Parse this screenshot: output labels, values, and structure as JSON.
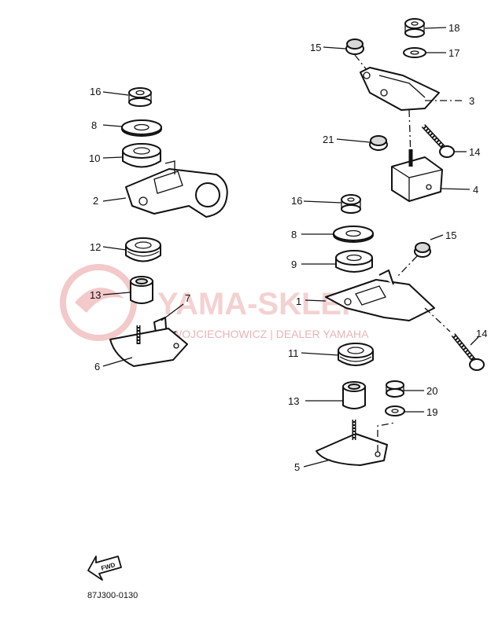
{
  "watermark": {
    "brand": "YAMA-SKLEP",
    "subtitle": "WOJCIECHOWICZ | DEALER YAMAHA"
  },
  "fwd_arrow_text": "FWD",
  "diagram_code": "87J300-0130",
  "callouts": {
    "c1": "1",
    "c2": "2",
    "c3": "3",
    "c4": "4",
    "c5": "5",
    "c6": "6",
    "c7": "7",
    "c8a": "8",
    "c8b": "8",
    "c9": "9",
    "c10": "10",
    "c11": "11",
    "c12": "12",
    "c13a": "13",
    "c13b": "13",
    "c14a": "14",
    "c14b": "14",
    "c15a": "15",
    "c15b": "15",
    "c16a": "16",
    "c16b": "16",
    "c17": "17",
    "c18": "18",
    "c19": "19",
    "c20": "20",
    "c21": "21"
  }
}
